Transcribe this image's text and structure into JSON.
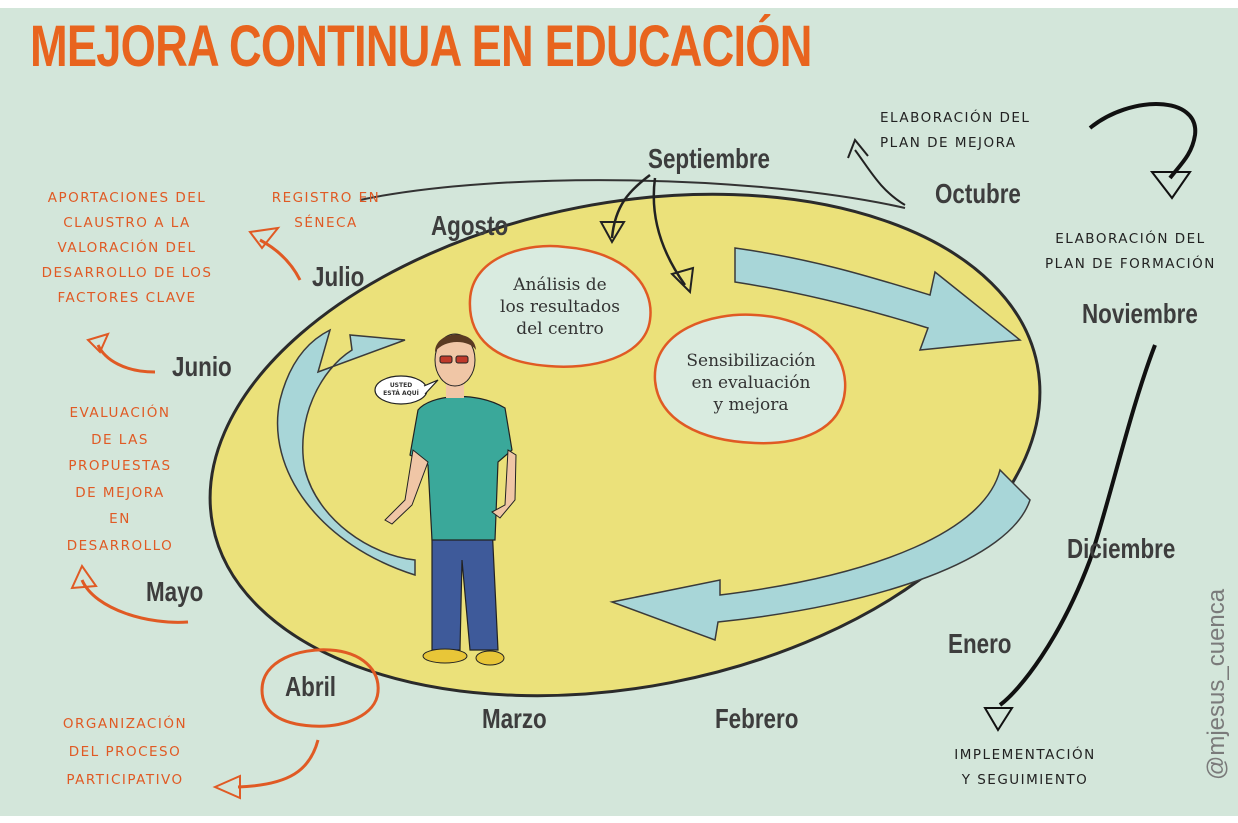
{
  "title": "MEJORA CONTINUA EN EDUCACIÓN",
  "months": {
    "septiembre": "Septiembre",
    "octubre": "Octubre",
    "noviembre": "Noviembre",
    "diciembre": "Diciembre",
    "enero": "Enero",
    "febrero": "Febrero",
    "marzo": "Marzo",
    "abril": "Abril",
    "mayo": "Mayo",
    "junio": "Junio",
    "julio": "Julio",
    "agosto": "Agosto"
  },
  "annotations": {
    "plan_mejora": [
      "ELABORACIÓN DEL",
      "PLAN DE MEJORA"
    ],
    "plan_formacion": [
      "ELABORACIÓN DEL",
      "PLAN DE FORMACIÓN"
    ],
    "implementacion": [
      "IMPLEMENTACIÓN",
      "Y SEGUIMIENTO"
    ],
    "aportaciones": [
      "APORTACIONES DEL",
      "CLAUSTRO A LA",
      "VALORACIÓN DEL",
      "DESARROLLO DE LOS",
      "FACTORES CLAVE"
    ],
    "registro": [
      "REGISTRO EN",
      "SÉNECA"
    ],
    "evaluacion": [
      "EVALUACIÓN",
      "DE LAS",
      "PROPUESTAS",
      "DE MEJORA",
      "EN",
      "DESARROLLO"
    ],
    "organizacion": [
      "ORGANIZACIÓN",
      "DEL PROCESO",
      "PARTICIPATIVO"
    ]
  },
  "bubbles": {
    "analisis": [
      "Análisis de",
      "los resultados",
      "del centro"
    ],
    "sensibilizacion": [
      "Sensibilización",
      "en evaluación",
      "y mejora"
    ]
  },
  "speech": [
    "USTED",
    "ESTÁ AQUÍ"
  ],
  "credit": "@mjesus_cuenca",
  "colors": {
    "background": "#d3e6da",
    "ellipse_fill": "#ebe17a",
    "orange": "#e05a24",
    "arrow_fill": "#a8d6d8",
    "month_text": "#3d3d3d"
  }
}
